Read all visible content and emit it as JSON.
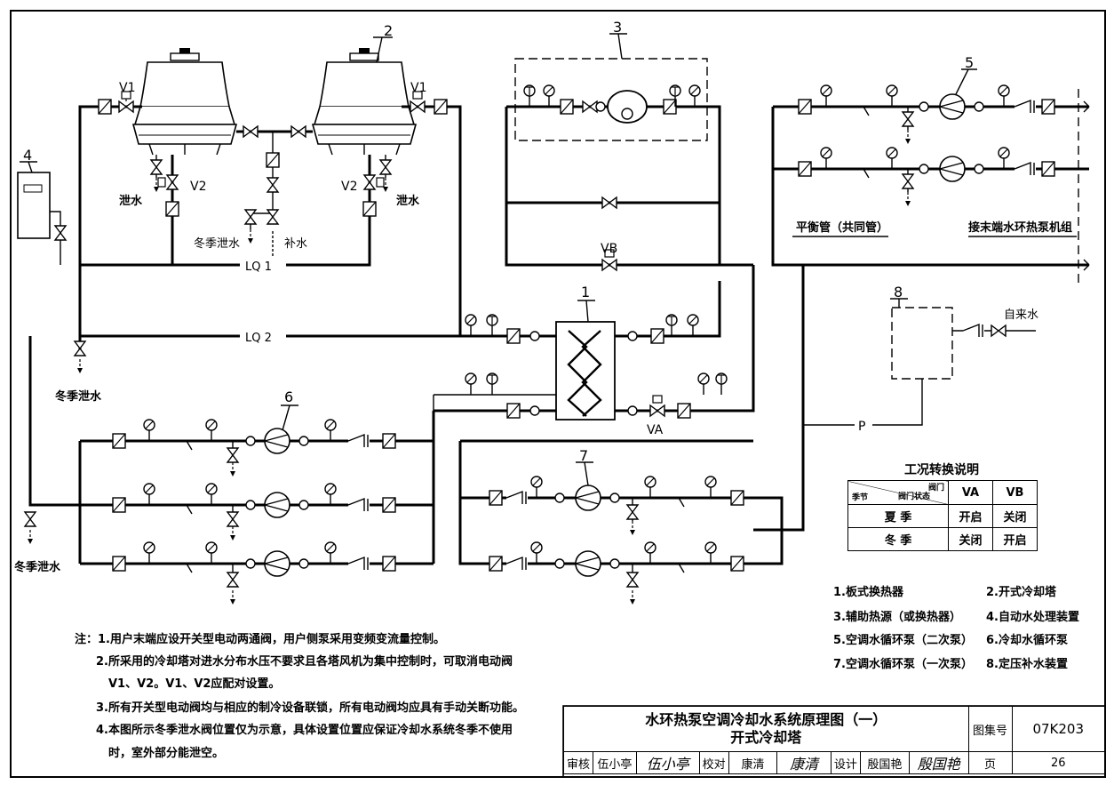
{
  "labels": {
    "n1": "1",
    "n2": "2",
    "n3": "3",
    "n4": "4",
    "n5": "5",
    "n6": "6",
    "n7": "7",
    "n8": "8",
    "v1": "V1",
    "v2": "V2",
    "vb": "VB",
    "va": "VA",
    "drain": "泄水",
    "winter_drain_makeup": "冬季泄水",
    "makeup": "补水",
    "winter_drain": "冬季泄水",
    "lq1": "LQ 1",
    "lq2": "LQ 2",
    "p": "P",
    "balance_pipe": "平衡管（共同管）",
    "terminal": "接末端水环热泵机组",
    "tap_water": "自来水"
  },
  "condition_table": {
    "title": "工况转换说明",
    "corner_top": "阀门",
    "corner_mid": "阀门状态",
    "corner_left": "季节",
    "col_va": "VA",
    "col_vb": "VB",
    "rows": [
      {
        "season": "夏  季",
        "va": "开启",
        "vb": "关闭"
      },
      {
        "season": "冬  季",
        "va": "关闭",
        "vb": "开启"
      }
    ]
  },
  "legend": [
    "1.板式换热器",
    "2.开式冷却塔",
    "3.辅助热源（或换热器）",
    "4.自动水处理装置",
    "5.空调水循环泵（二次泵）",
    "6.冷却水循环泵",
    "7.空调水循环泵（一次泵）",
    "8.定压补水装置"
  ],
  "notes": [
    "注：1.用户末端应设开关型电动两通阀，用户侧泵采用变频变流量控制。",
    "2.所采用的冷却塔对进水分布水压不要求且各塔风机为集中控制时，可取消电动阀",
    "V1、V2。V1、V2应配对设置。",
    "3.所有开关型电动阀均与相应的制冷设备联锁，所有电动阀均应具有手动关断功能。",
    "4.本图所示冬季泄水阀位置仅为示意，具体设置位置应保证冷却水系统冬季不使用",
    "时，室外部分能泄空。"
  ],
  "title_block": {
    "title_line1": "水环热泵空调冷却水系统原理图（一）",
    "title_line2": "开式冷却塔",
    "atlas_label": "图集号",
    "atlas_no": "07K203",
    "review_label": "审核",
    "review_name": "伍小亭",
    "review_sign": "伍小亭",
    "check_label": "校对",
    "check_name": "康清",
    "check_sign": "康清",
    "design_label": "设计",
    "design_name": "殷国艳",
    "design_sign": "殷国艳",
    "page_label": "页",
    "page_no": "26"
  }
}
